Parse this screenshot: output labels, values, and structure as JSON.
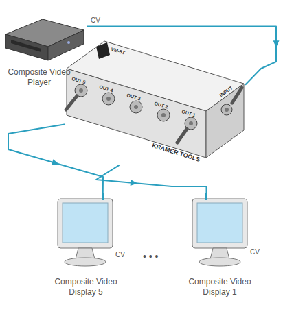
{
  "diagram": {
    "nodes": [
      {
        "text": [
          "Composite Video Player"
        ]
      },
      {
        "text": [
          "KRAMER TOOLS",
          "VM-5T"
        ]
      },
      {
        "text": [
          "Composite Video Display 5"
        ]
      },
      {
        "text": [
          "Composite Video Display 1"
        ]
      }
    ],
    "edges": [
      {
        "from": 0,
        "to": 1,
        "arrow": "to"
      },
      {
        "from": 1,
        "to": 2,
        "arrow": "to"
      },
      {
        "from": 1,
        "to": 3,
        "arrow": "to"
      }
    ],
    "labels": [
      "CV",
      "CV",
      "CV",
      "• • •",
      "OUT 5",
      "OUT 4",
      "OUT 3",
      "OUT 2",
      "OUT 1",
      "INPUT"
    ]
  }
}
